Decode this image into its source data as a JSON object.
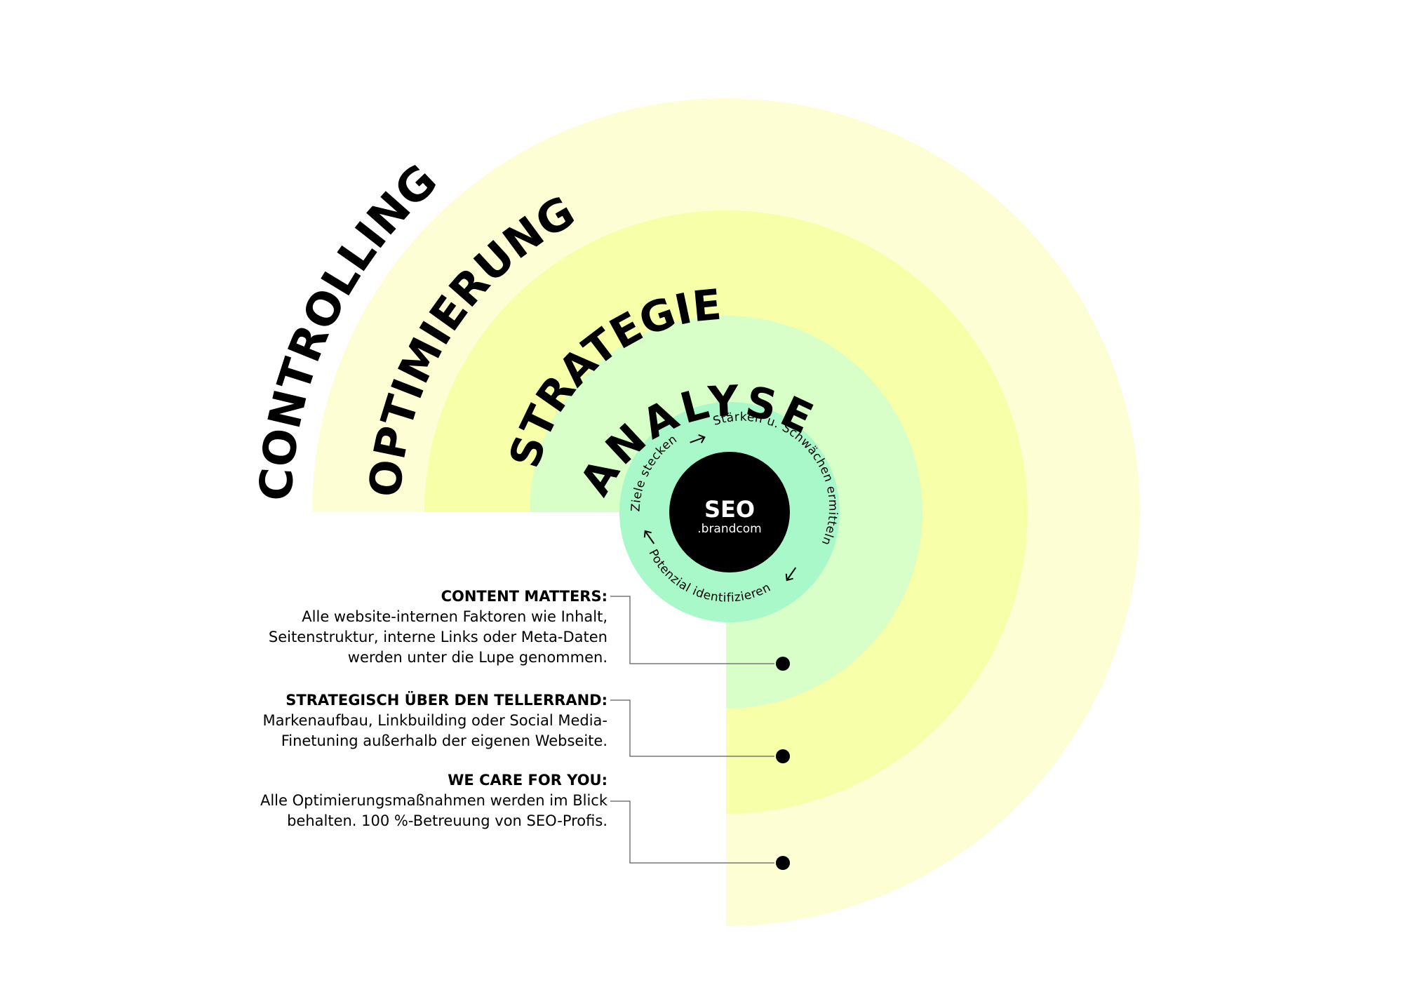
{
  "colors": {
    "ring_outer": "#fefed5",
    "ring_middle": "#f7ffa8",
    "ring_inner": "#d8ffc8",
    "ring_core": "#a8f8c9",
    "center": "#000000",
    "connector": "#777777",
    "dot": "#000000",
    "text": "#000000",
    "center_text": "#ffffff"
  },
  "rings": [
    {
      "label": "CONTROLLING"
    },
    {
      "label": "OPTIMIERUNG"
    },
    {
      "label": "STRATEGIE"
    },
    {
      "label": "ANALYSE"
    }
  ],
  "cycle": {
    "steps": [
      "Stärken u. Schwächen ermitteln",
      "Potenzial identifizieren",
      "Ziele stecken"
    ],
    "arrow_icon": "arrow-icon"
  },
  "center": {
    "title": "SEO",
    "subtitle": ".brandcom"
  },
  "callouts": [
    {
      "title": "CONTENT MATTERS:",
      "text": "Alle website-internen Faktoren wie Inhalt,\nSeitenstruktur, interne Links oder Meta-Daten\nwerden unter die Lupe genommen."
    },
    {
      "title": "STRATEGISCH ÜBER DEN TELLERRAND:",
      "text": "Markenaufbau, Linkbuilding oder Social Media-\nFinetuning außerhalb der eigenen Webseite."
    },
    {
      "title": "WE CARE FOR YOU:",
      "text": "Alle Optimierungsmaßnahmen werden im Blick\nbehalten. 100 %-Betreuung von SEO-Profis."
    }
  ]
}
